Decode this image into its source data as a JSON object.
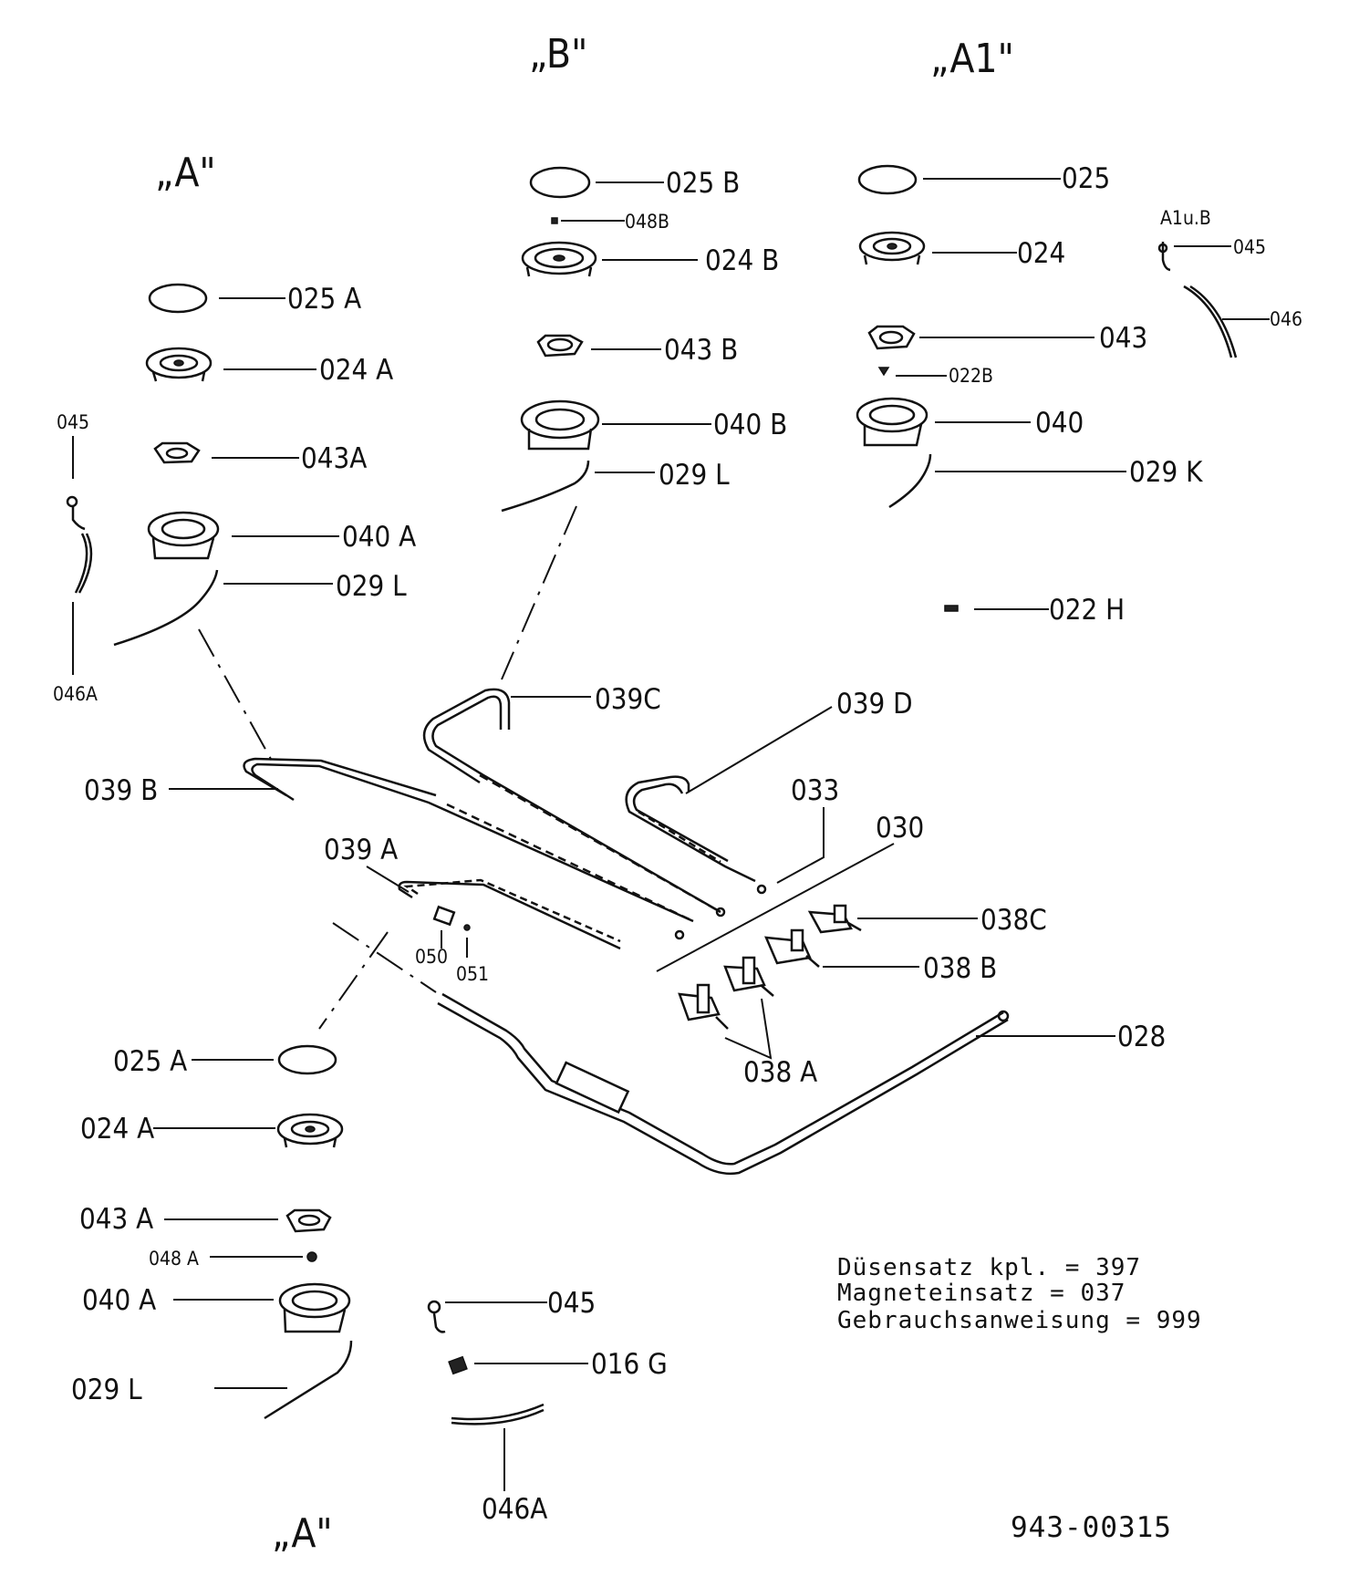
{
  "group_titles": {
    "b": "„B\"",
    "a1": "„A1\"",
    "a_top": "„A\"",
    "a_bottom": "„A\""
  },
  "labels": {
    "b_025": "025 B",
    "b_048": "048B",
    "b_024": "024 B",
    "b_043": "043 B",
    "b_040": "040 B",
    "b_029": "029 L",
    "a1_025": "025",
    "a1_024": "024",
    "a1_043": "043",
    "a1_022b": "022B",
    "a1_040": "040",
    "a1_029": "029 K",
    "a1b_heading": "A1u.B",
    "a1b_045": "045",
    "a1b_046": "046",
    "a_025": "025 A",
    "a_024": "024 A",
    "a_043": "043A",
    "a_040": "040 A",
    "a_029": "029 L",
    "a_045": "045",
    "a_046a": "046A",
    "p_022h": "022 H",
    "p_039c": "039C",
    "p_039d": "039 D",
    "p_039b": "039 B",
    "p_039a": "039 A",
    "p_033": "033",
    "p_030": "030",
    "p_038c": "038C",
    "p_038b": "038 B",
    "p_038a": "038 A",
    "p_050": "050",
    "p_051": "051",
    "p_028": "028",
    "ab_025": "025 A",
    "ab_024": "024 A",
    "ab_043": "043 A",
    "ab_048": "048 A",
    "ab_040": "040 A",
    "ab_029": "029 L",
    "ab_045": "045",
    "ab_016g": "016 G",
    "ab_046a": "046A"
  },
  "info": {
    "line1": "Düsensatz kpl.  =  397",
    "line2": "Magneteinsatz  =  037",
    "line3": "Gebrauchsanweisung  =  999"
  },
  "drawing_number": "943-00315"
}
